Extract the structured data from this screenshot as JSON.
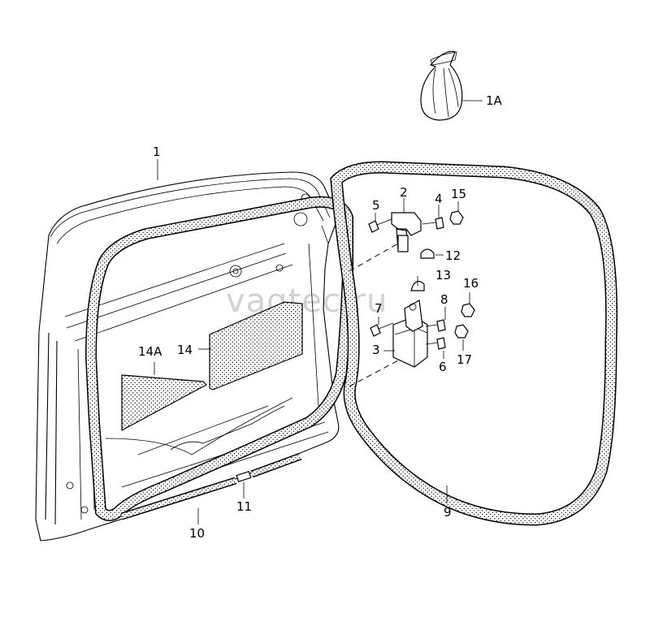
{
  "watermark": "vagtec.ru",
  "callouts": {
    "c1": "1",
    "c1a": "1A",
    "c2": "2",
    "c3": "3",
    "c4": "4",
    "c5": "5",
    "c6": "6",
    "c7": "7",
    "c8": "8",
    "c9": "9",
    "c10": "10",
    "c11": "11",
    "c12": "12",
    "c13": "13",
    "c14": "14",
    "c14a": "14A",
    "c15": "15",
    "c16": "16",
    "c17": "17"
  }
}
